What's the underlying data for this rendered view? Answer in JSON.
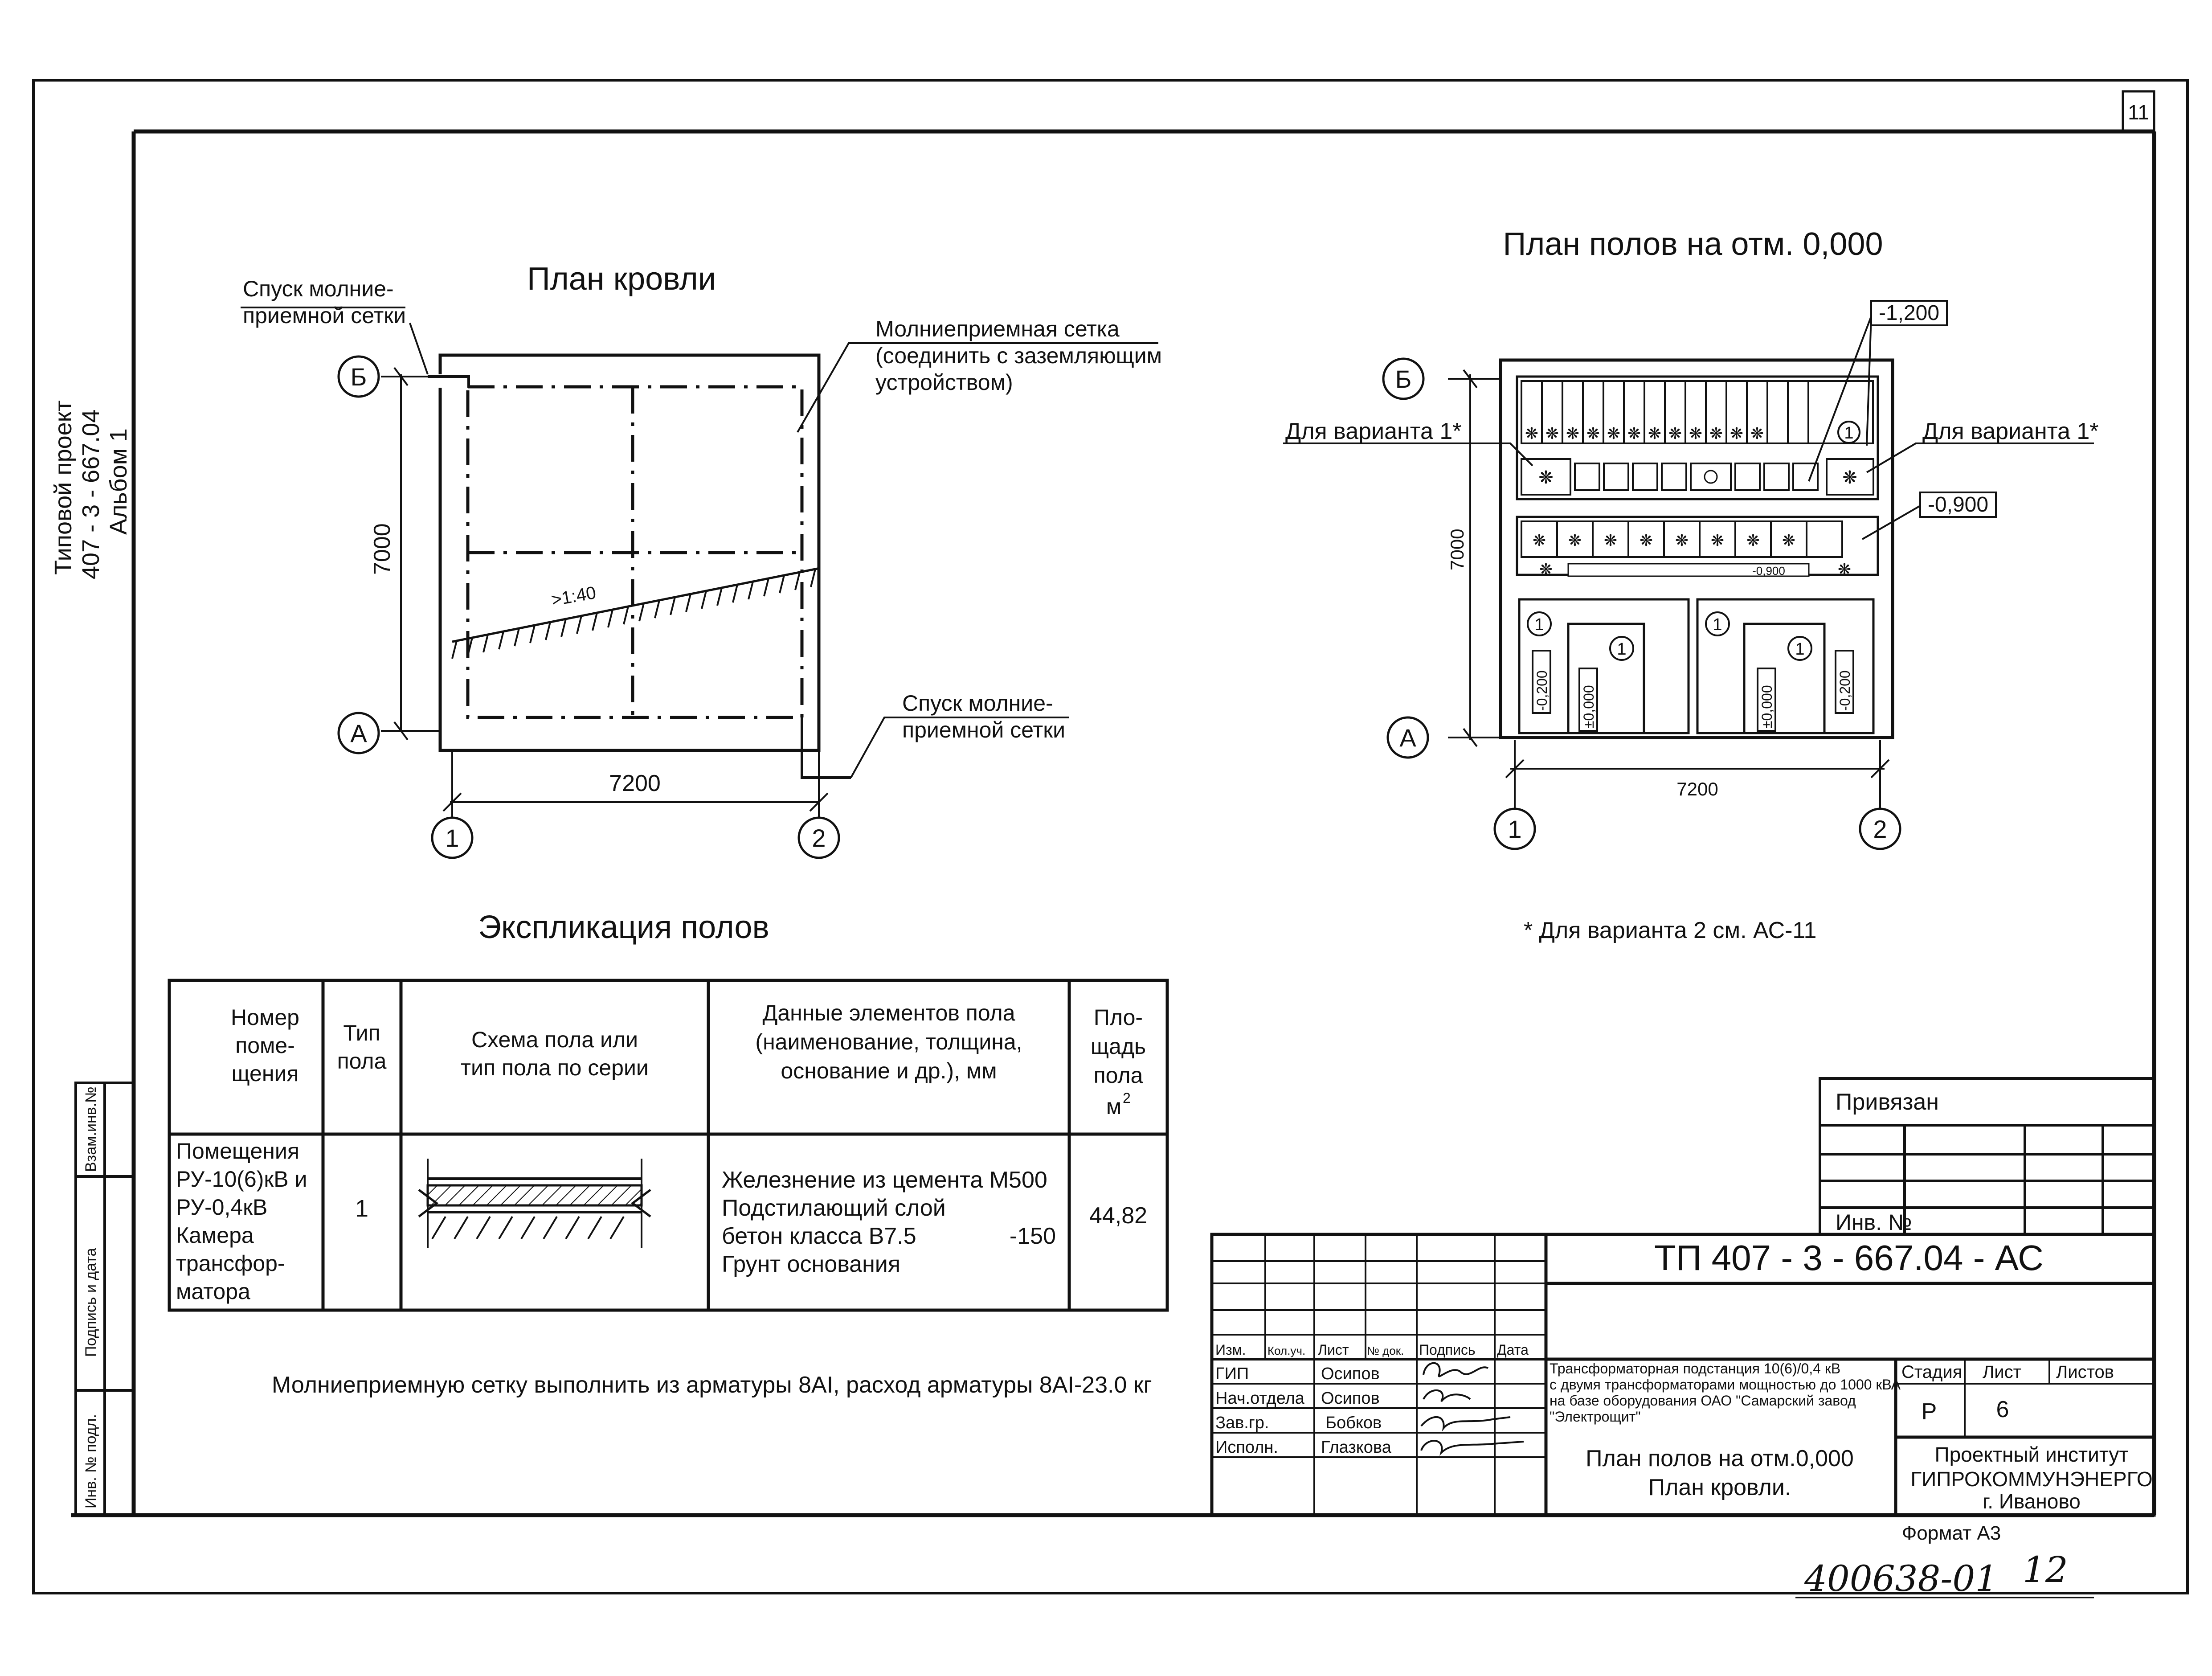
{
  "sheet_number": "11",
  "side_stamp": {
    "line1": "Типовой проект",
    "line2": "407 - 3 - 667.04",
    "line3": "Альбом 1",
    "vzam": "Взам.инв.№",
    "podpis": "Подпись и дата",
    "inv_podl": "Инв. № подл."
  },
  "roof_plan": {
    "title": "План кровли",
    "note_top_left_1": "Спуск молние-",
    "note_top_left_2": "приемной сетки",
    "note_top_right_1": "Молниеприемная сетка",
    "note_top_right_2": "(соединить с заземляющим",
    "note_top_right_3": "устройством)",
    "note_bottom_right_1": "Спуск молние-",
    "note_bottom_right_2": "приемной сетки",
    "slope": ">1:40",
    "dim_height": "7000",
    "dim_width": "7200",
    "axis_b": "Б",
    "axis_a": "А",
    "axis_1": "1",
    "axis_2": "2"
  },
  "floor_plan": {
    "title": "План полов на отм. 0,000",
    "mark_1200": "-1,200",
    "mark_900": "-0,900",
    "variant_left": "Для варианта 1*",
    "variant_right": "Для варианта 1*",
    "dim_height": "7000",
    "dim_width": "7200",
    "axis_b": "Б",
    "axis_a": "А",
    "axis_1": "1",
    "axis_2": "2",
    "floor_type": "1",
    "mark_0900_small": "-0,900",
    "mark_m0200": "-0,200",
    "mark_0000": "±0,000",
    "footnote": "* Для варианта 2 см. АС-11"
  },
  "explication": {
    "title": "Экспликация полов",
    "headers": {
      "col1": [
        "Номер",
        "поме-",
        "щения"
      ],
      "col2": [
        "Тип",
        "пола"
      ],
      "col3": [
        "Схема пола или",
        "тип пола по серии"
      ],
      "col4": [
        "Данные элементов пола",
        "(наименование, толщина,",
        "основание и др.), мм"
      ],
      "col5": [
        "Пло-",
        "щадь",
        "пола",
        "м"
      ],
      "col5_sup": "2"
    },
    "row": {
      "rooms": [
        "Помещения",
        "РУ-10(6)кВ и",
        "РУ-0,4кВ",
        "Камера",
        "трансфор-",
        "матора"
      ],
      "type": "1",
      "data": [
        "Железнение из цемента М500",
        "Подстилающий слой",
        "бетон класса В7.5",
        "Грунт основания"
      ],
      "thickness": "-150",
      "area": "44,82"
    }
  },
  "note": "Молниеприемную сетку выполнить из арматуры  8AI, расход арматуры  8AI-23.0 кг",
  "title_block": {
    "privyazan": "Привязан",
    "inv_no": "Инв. №",
    "code": "ТП   407 - 3 - 667.04 - АС",
    "headers": [
      "Изм.",
      "Кол.уч.",
      "Лист",
      "№ док.",
      "Подпись",
      "Дата"
    ],
    "roles": [
      "ГИП",
      "Нач.отдела",
      "Зав.гр.",
      "Исполн."
    ],
    "names": [
      "Осипов",
      "Осипов",
      "Бобков",
      "Глазкова"
    ],
    "description": [
      "Трансформаторная подстанция 10(6)/0,4 кВ",
      "с двумя трансформаторами мощностью до 1000 кВА",
      "на базе оборудования ОАО \"Самарский завод",
      "\"Электрощит\""
    ],
    "stage_label": "Стадия",
    "sheet_label": "Лист",
    "sheets_label": "Листов",
    "stage": "Р",
    "sheet": "6",
    "drawing_name": [
      "План полов на отм.0,000",
      "План кровли."
    ],
    "institute": [
      "Проектный институт",
      "ГИПРОКОММУНЭНЕРГО",
      "г. Иваново"
    ],
    "format": "Формат А3"
  },
  "handwritten_code": "400638-01",
  "handwritten_page": "12"
}
